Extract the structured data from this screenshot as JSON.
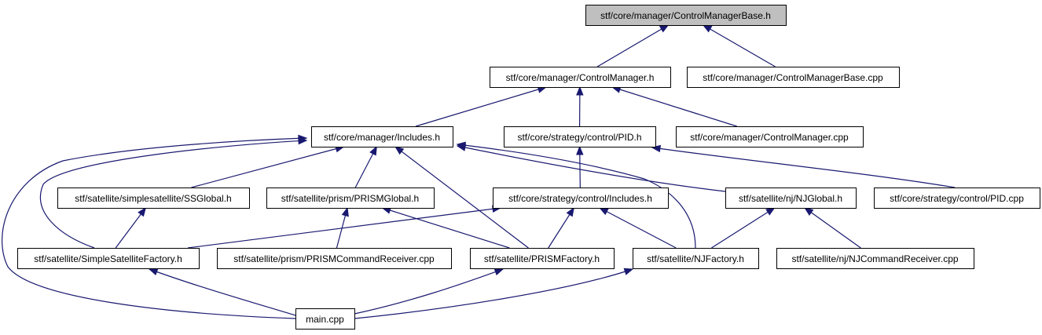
{
  "graph": {
    "colors": {
      "edge": "#191970",
      "root_fill": "#bfbfbf",
      "node_fill": "#ffffff",
      "node_border": "#000000"
    },
    "nodes": [
      {
        "id": "ControlManagerBase_h",
        "label": "stf/core/manager/ControlManagerBase.h",
        "root": true
      },
      {
        "id": "ControlManager_h",
        "label": "stf/core/manager/ControlManager.h"
      },
      {
        "id": "ControlManagerBase_cpp",
        "label": "stf/core/manager/ControlManagerBase.cpp"
      },
      {
        "id": "manager_Includes_h",
        "label": "stf/core/manager/Includes.h"
      },
      {
        "id": "PID_h",
        "label": "stf/core/strategy/control/PID.h"
      },
      {
        "id": "ControlManager_cpp",
        "label": "stf/core/manager/ControlManager.cpp"
      },
      {
        "id": "SSGlobal_h",
        "label": "stf/satellite/simplesatellite/SSGlobal.h"
      },
      {
        "id": "PRISMGlobal_h",
        "label": "stf/satellite/prism/PRISMGlobal.h"
      },
      {
        "id": "control_Includes_h",
        "label": "stf/core/strategy/control/Includes.h"
      },
      {
        "id": "NJGlobal_h",
        "label": "stf/satellite/nj/NJGlobal.h"
      },
      {
        "id": "PID_cpp",
        "label": "stf/core/strategy/control/PID.cpp"
      },
      {
        "id": "SimpleSatelliteFactory_h",
        "label": "stf/satellite/SimpleSatelliteFactory.h"
      },
      {
        "id": "PRISMCommandReceiver_cpp",
        "label": "stf/satellite/prism/PRISMCommandReceiver.cpp"
      },
      {
        "id": "PRISMFactory_h",
        "label": "stf/satellite/PRISMFactory.h"
      },
      {
        "id": "NJFactory_h",
        "label": "stf/satellite/NJFactory.h"
      },
      {
        "id": "NJCommandReceiver_cpp",
        "label": "stf/satellite/nj/NJCommandReceiver.cpp"
      },
      {
        "id": "main_cpp",
        "label": "main.cpp"
      }
    ],
    "edges": [
      {
        "from": "ControlManager_h",
        "to": "ControlManagerBase_h"
      },
      {
        "from": "ControlManagerBase_cpp",
        "to": "ControlManagerBase_h"
      },
      {
        "from": "manager_Includes_h",
        "to": "ControlManager_h"
      },
      {
        "from": "PID_h",
        "to": "ControlManager_h"
      },
      {
        "from": "ControlManager_cpp",
        "to": "ControlManager_h"
      },
      {
        "from": "SSGlobal_h",
        "to": "manager_Includes_h"
      },
      {
        "from": "PRISMGlobal_h",
        "to": "manager_Includes_h"
      },
      {
        "from": "PRISMFactory_h",
        "to": "manager_Includes_h"
      },
      {
        "from": "NJGlobal_h",
        "to": "manager_Includes_h"
      },
      {
        "from": "NJFactory_h",
        "to": "manager_Includes_h"
      },
      {
        "from": "SimpleSatelliteFactory_h",
        "to": "manager_Includes_h"
      },
      {
        "from": "main_cpp",
        "to": "manager_Includes_h"
      },
      {
        "from": "control_Includes_h",
        "to": "PID_h"
      },
      {
        "from": "PID_cpp",
        "to": "PID_h"
      },
      {
        "from": "SimpleSatelliteFactory_h",
        "to": "SSGlobal_h"
      },
      {
        "from": "PRISMCommandReceiver_cpp",
        "to": "PRISMGlobal_h"
      },
      {
        "from": "PRISMFactory_h",
        "to": "PRISMGlobal_h"
      },
      {
        "from": "SimpleSatelliteFactory_h",
        "to": "control_Includes_h"
      },
      {
        "from": "PRISMFactory_h",
        "to": "control_Includes_h"
      },
      {
        "from": "NJFactory_h",
        "to": "control_Includes_h"
      },
      {
        "from": "NJFactory_h",
        "to": "NJGlobal_h"
      },
      {
        "from": "NJCommandReceiver_cpp",
        "to": "NJGlobal_h"
      },
      {
        "from": "main_cpp",
        "to": "SimpleSatelliteFactory_h"
      },
      {
        "from": "main_cpp",
        "to": "PRISMFactory_h"
      },
      {
        "from": "main_cpp",
        "to": "NJFactory_h"
      }
    ]
  }
}
